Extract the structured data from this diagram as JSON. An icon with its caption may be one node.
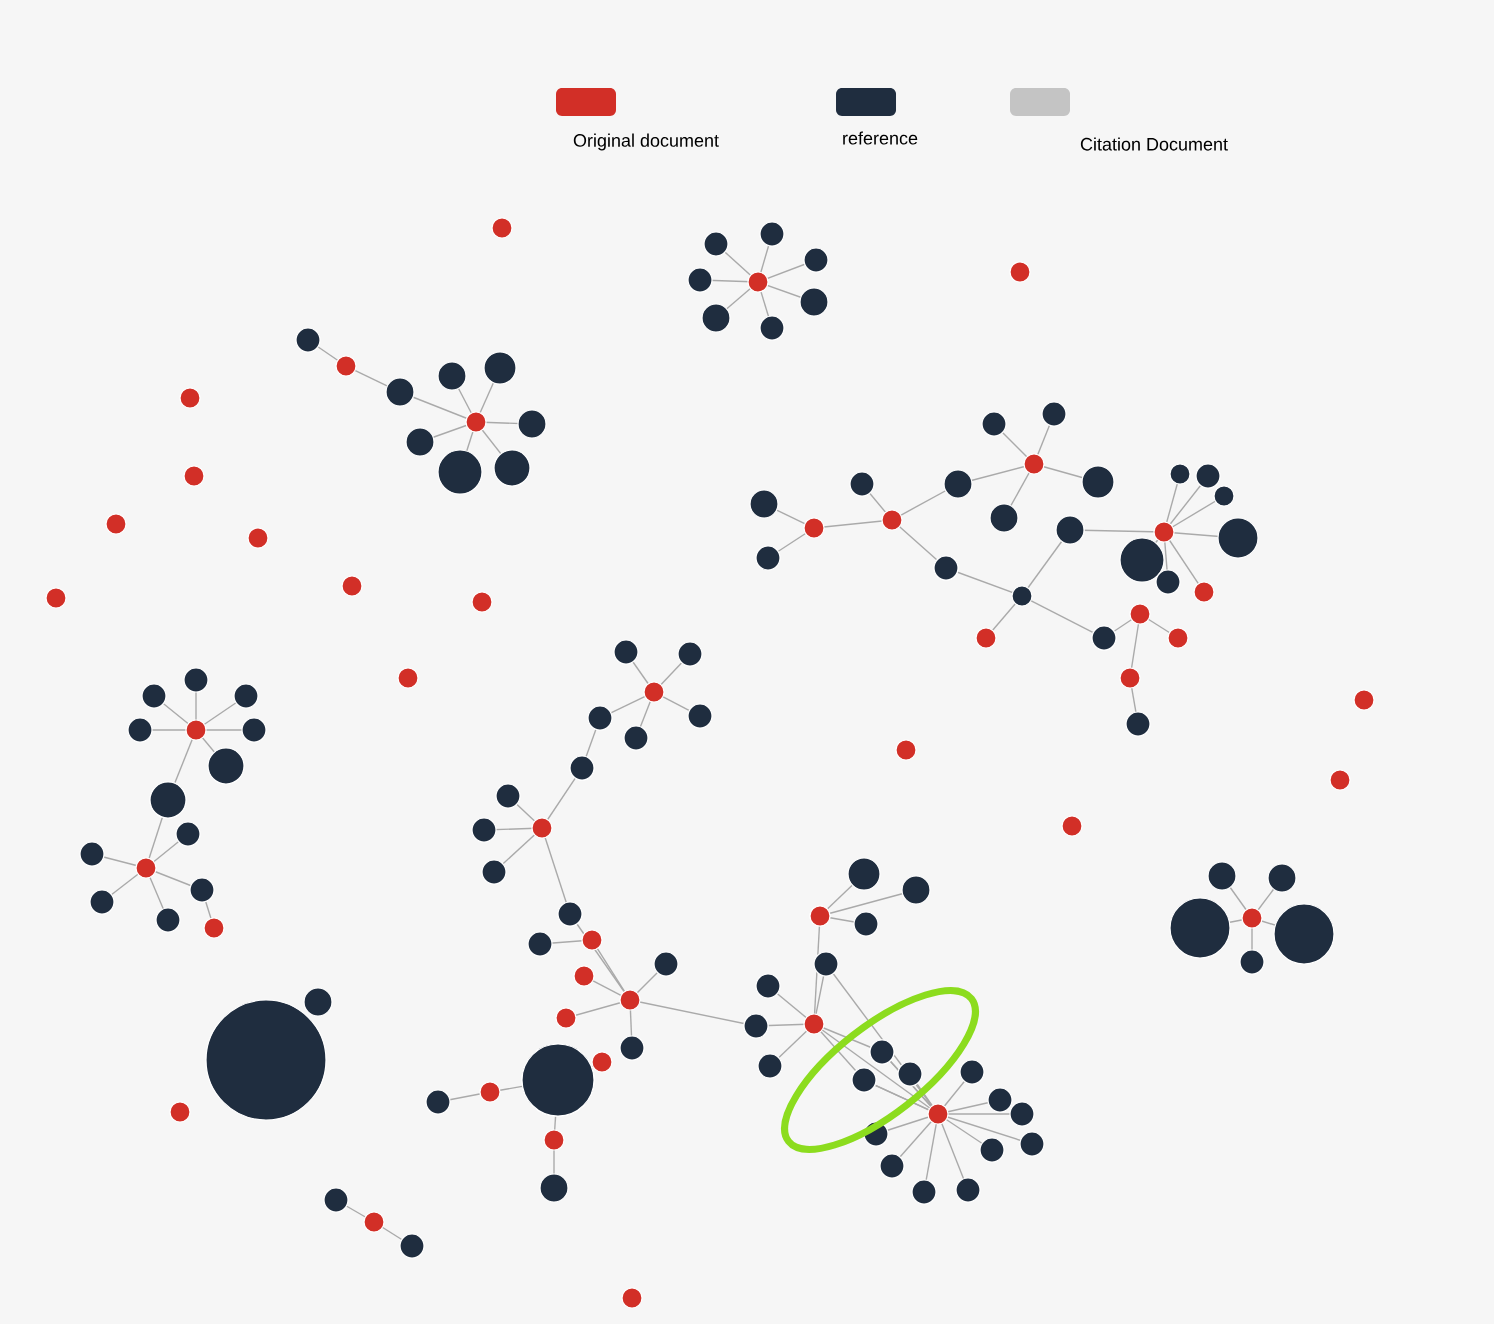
{
  "diagram": {
    "legend": [
      {
        "text": "Original document",
        "color": "#d22f27"
      },
      {
        "text": "reference",
        "color": "#1f2d3f"
      },
      {
        "text": "Citation Document",
        "color": "#c4c4c4"
      }
    ]
  }
}
